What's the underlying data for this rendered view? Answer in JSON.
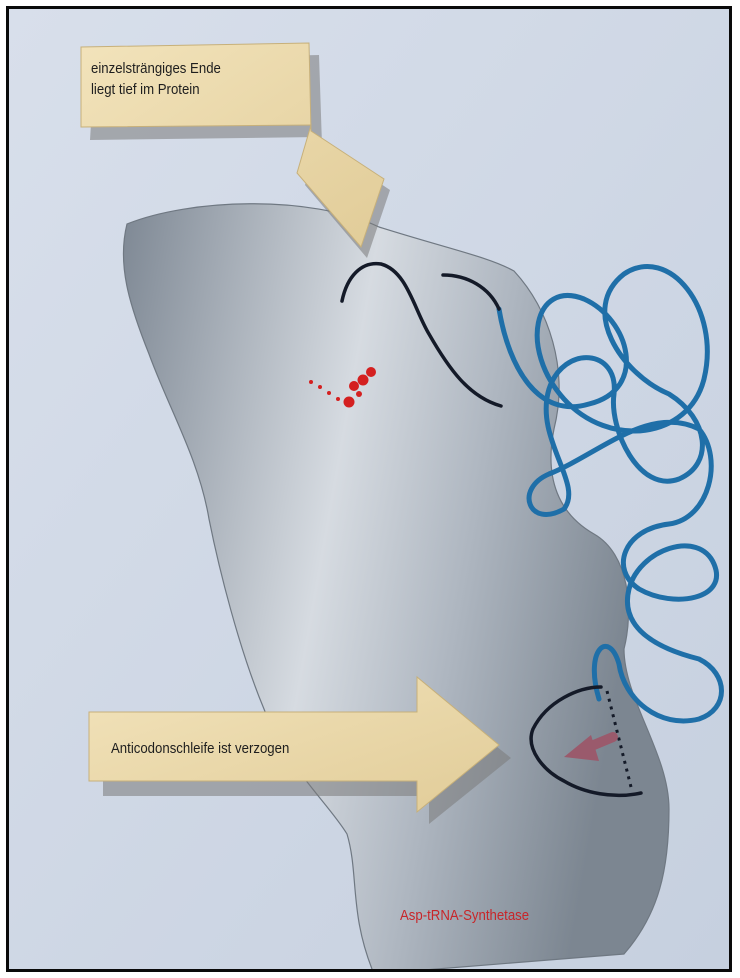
{
  "annotations": {
    "top_arrow": {
      "line1": "einzelsträngiges Ende",
      "line2": "liegt tief im Protein"
    },
    "bottom_arrow": {
      "text": "Anticodonschleife ist verzogen"
    }
  },
  "protein_label": "Asp-tRNA-Synthetase",
  "colors": {
    "background": "#cdd6e4",
    "protein": "#a9b2bd",
    "rna_strand": "#1f6fa8",
    "end_strand": "#141a28",
    "arrow_fill": "#ead7a6",
    "ligand": "#d42020",
    "distortion_arrow": "#9a5a6c",
    "label_text": "#c8262a"
  }
}
